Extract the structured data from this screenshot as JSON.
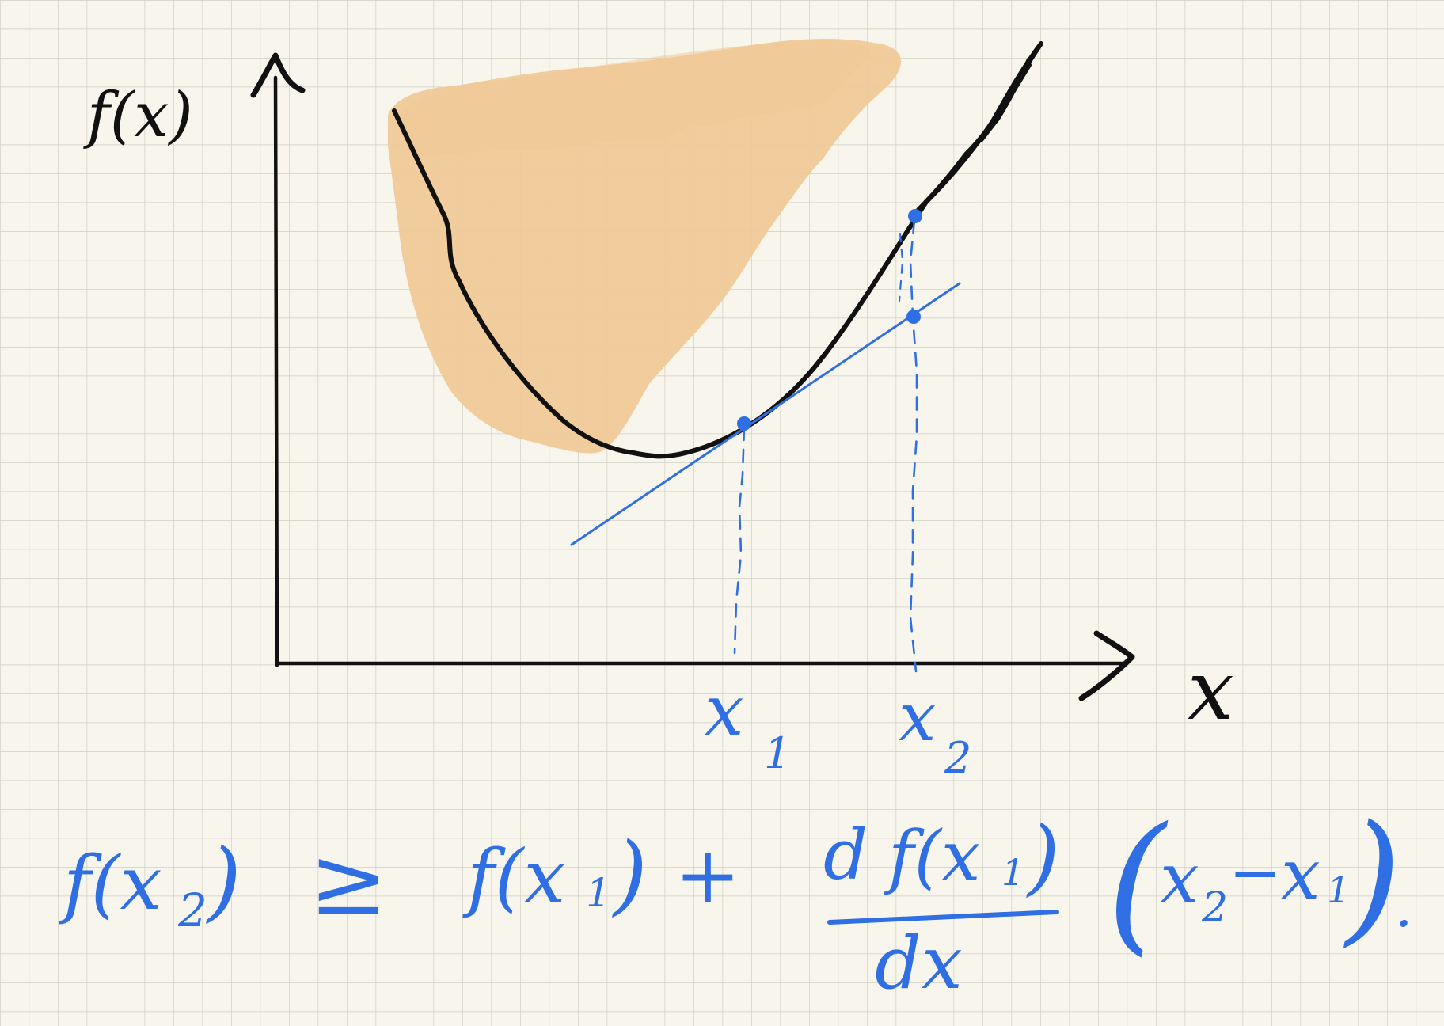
{
  "colors": {
    "paper": "#f8f6ec",
    "grid": "#cfcfc4",
    "ink": "#111111",
    "blue": "#2f6fe3",
    "fill": "#f0c995"
  },
  "labels": {
    "y_axis": "f(x)",
    "x_axis": "x",
    "x1_main": "x",
    "x1_sub": "1",
    "x2_main": "x",
    "x2_sub": "2"
  },
  "inequality": {
    "lhs_f": "f(x",
    "lhs_sub": "2",
    "lhs_close": ")",
    "relation": "≥",
    "rhs_f": "f(x",
    "rhs_sub": "1",
    "rhs_close": ")",
    "plus": "+",
    "deriv_num_d": "d",
    "deriv_num_f": "f(x",
    "deriv_num_sub": "1",
    "deriv_num_close": ")",
    "deriv_den": "dx",
    "paren_open": "(",
    "diff_x2": "x",
    "diff_x2_sub": "2",
    "diff_minus": "−",
    "diff_x1": "x",
    "diff_x1_sub": "1",
    "paren_close": ")",
    "period": "."
  }
}
